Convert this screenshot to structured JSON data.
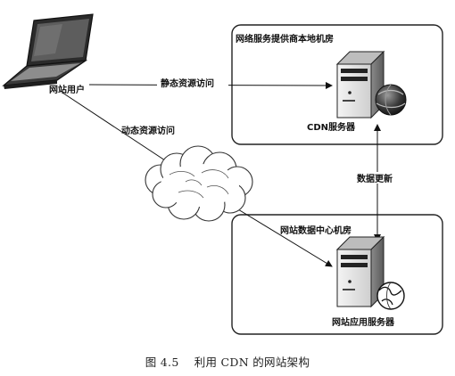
{
  "diagram": {
    "user_label": "网站用户",
    "static_access_label": "静态资源访问",
    "dynamic_access_label": "动态资源访问",
    "isp_room_title": "网络服务提供商本地机房",
    "cdn_server_label": "CDN服务器",
    "data_update_label": "数据更新",
    "datacenter_title": "网站数据中心机房",
    "app_server_label": "网站应用服务器"
  },
  "caption": {
    "figure_number": "图 4.5",
    "title": "利用 CDN 的网站架构"
  }
}
